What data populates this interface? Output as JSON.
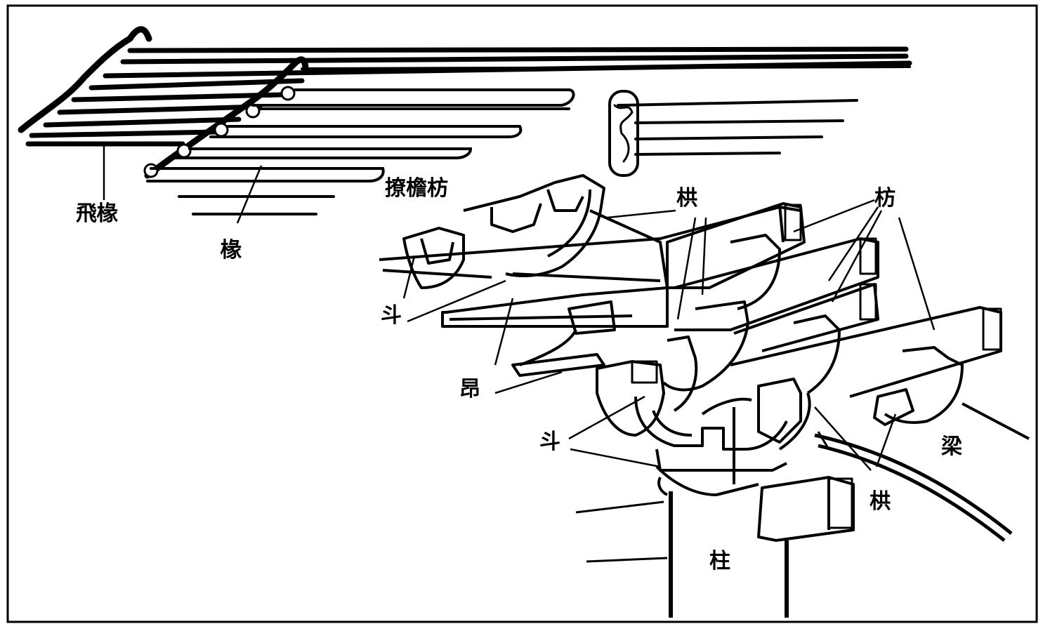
{
  "labels": {
    "flying_rafter": "飛椽",
    "rafter": "椽",
    "eave_tie": "撩檐枋",
    "bracket_arm_top": "栱",
    "tie_beam": "枋",
    "bearing_block_left": "斗",
    "cantilever": "昂",
    "bearing_block_lower": "斗",
    "beam": "梁",
    "bracket_arm_lower": "栱",
    "column": "柱"
  },
  "colors": {
    "ink": "#000000",
    "paper": "#ffffff"
  }
}
